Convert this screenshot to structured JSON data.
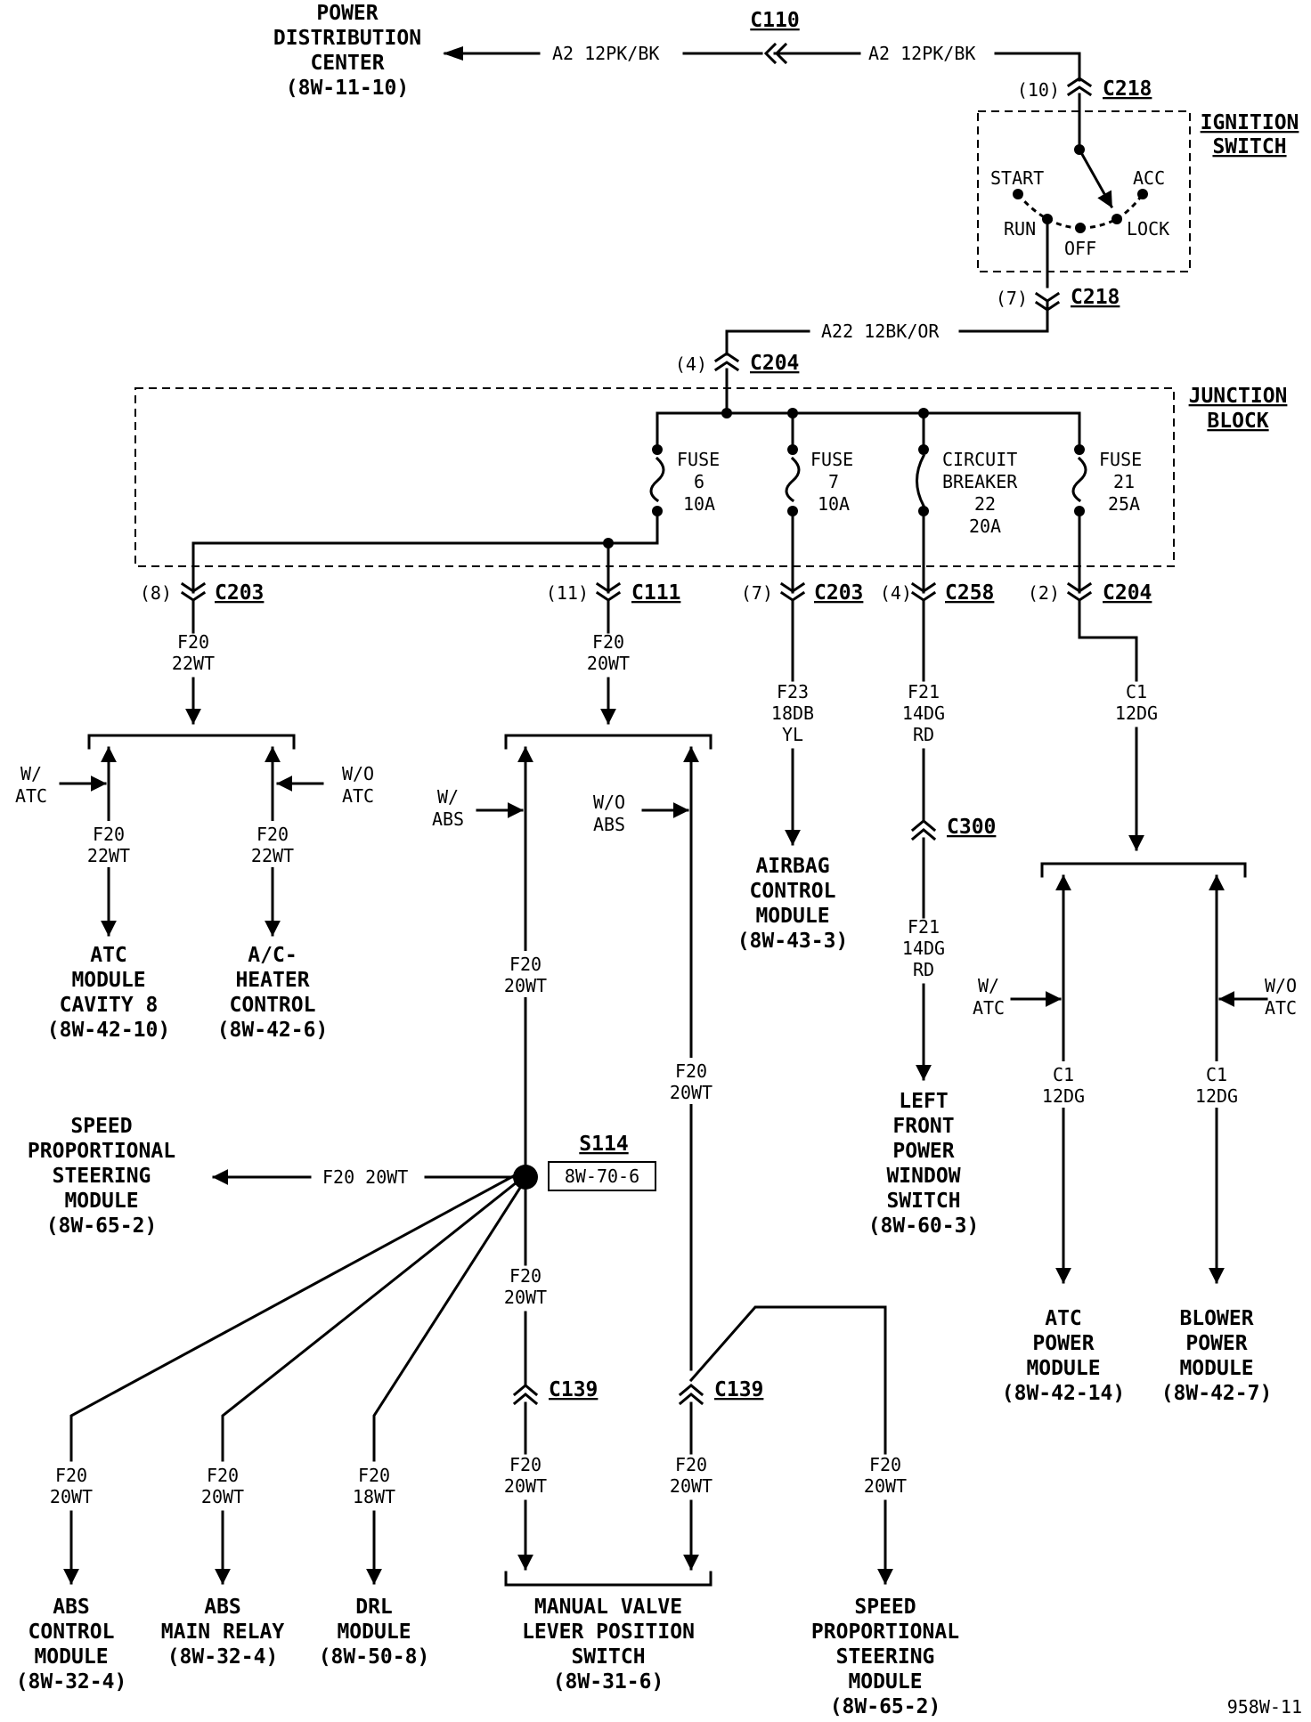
{
  "doc_id": "958W-11",
  "sources": {
    "pdc": [
      "POWER",
      "DISTRIBUTION",
      "CENTER",
      "(8W-11-10)"
    ]
  },
  "wires": {
    "a2_left": "A2 12PK/BK",
    "a2_right": "A2 12PK/BK",
    "a22": "A22 12BK/OR",
    "f20_22wt_top": [
      "F20",
      "22WT"
    ],
    "f20_20wt_top": [
      "F20",
      "20WT"
    ],
    "f23": [
      "F23",
      "18DB",
      "YL"
    ],
    "f21_top": [
      "F21",
      "14DG",
      "RD"
    ],
    "f21_bot": [
      "F21",
      "14DG",
      "RD"
    ],
    "c1_top": [
      "C1",
      "12DG"
    ],
    "f20_22wt_atc": [
      "F20",
      "22WT"
    ],
    "f20_22wt_heater": [
      "F20",
      "22WT"
    ],
    "f20_20wt_abs": [
      "F20",
      "20WT"
    ],
    "f20_20wt_noabs": [
      "F20",
      "20WT"
    ],
    "f20_speed_left": "F20 20WT",
    "f20_20wt_s114_down": [
      "F20",
      "20WT"
    ],
    "f20_abs_ctrl": [
      "F20",
      "20WT"
    ],
    "f20_abs_relay": [
      "F20",
      "20WT"
    ],
    "f20_drl": [
      "F20",
      "18WT"
    ],
    "f20_mv_left": [
      "F20",
      "20WT"
    ],
    "f20_mv_right": [
      "F20",
      "20WT"
    ],
    "f20_speed_right": [
      "F20",
      "20WT"
    ],
    "c1_atc": [
      "C1",
      "12DG"
    ],
    "c1_blower": [
      "C1",
      "12DG"
    ]
  },
  "connectors": {
    "c110": "C110",
    "c218_top": {
      "name": "C218",
      "pin": "(10)"
    },
    "c218_bot": {
      "name": "C218",
      "pin": "(7)"
    },
    "c204_top": {
      "name": "C204",
      "pin": "(4)"
    },
    "c203_left": {
      "name": "C203",
      "pin": "(8)"
    },
    "c111": {
      "name": "C111",
      "pin": "(11)"
    },
    "c203_mid": {
      "name": "C203",
      "pin": "(7)"
    },
    "c258": {
      "name": "C258",
      "pin": "(4)"
    },
    "c204_right": {
      "name": "C204",
      "pin": "(2)"
    },
    "c300": "C300",
    "c139_left": "C139",
    "c139_right": "C139"
  },
  "ignition_switch": {
    "title": [
      "IGNITION",
      "SWITCH"
    ],
    "positions": {
      "start": "START",
      "acc": "ACC",
      "run": "RUN",
      "off": "OFF",
      "lock": "LOCK"
    }
  },
  "junction_block": {
    "title": [
      "JUNCTION",
      "BLOCK"
    ],
    "fuses": [
      {
        "lines": [
          "FUSE",
          "6",
          "10A"
        ]
      },
      {
        "lines": [
          "FUSE",
          "7",
          "10A"
        ]
      },
      {
        "lines": [
          "CIRCUIT",
          "BREAKER",
          "22",
          "20A"
        ]
      },
      {
        "lines": [
          "FUSE",
          "21",
          "25A"
        ]
      }
    ]
  },
  "options": {
    "w_atc_1": [
      "W/",
      "ATC"
    ],
    "wo_atc_1": [
      "W/O",
      "ATC"
    ],
    "w_abs": [
      "W/",
      "ABS"
    ],
    "wo_abs": [
      "W/O",
      "ABS"
    ],
    "w_atc_2": [
      "W/",
      "ATC"
    ],
    "wo_atc_2": [
      "W/O",
      "ATC"
    ]
  },
  "splice": {
    "name": "S114",
    "ref": "8W-70-6"
  },
  "destinations": {
    "atc_module": [
      "ATC",
      "MODULE",
      "CAVITY 8",
      "(8W-42-10)"
    ],
    "ac_heater": [
      "A/C-",
      "HEATER",
      "CONTROL",
      "(8W-42-6)"
    ],
    "airbag": [
      "AIRBAG",
      "CONTROL",
      "MODULE",
      "(8W-43-3)"
    ],
    "lf_window": [
      "LEFT",
      "FRONT",
      "POWER",
      "WINDOW",
      "SWITCH",
      "(8W-60-3)"
    ],
    "atc_power": [
      "ATC",
      "POWER",
      "MODULE",
      "(8W-42-14)"
    ],
    "blower_power": [
      "BLOWER",
      "POWER",
      "MODULE",
      "(8W-42-7)"
    ],
    "speed_left": [
      "SPEED",
      "PROPORTIONAL",
      "STEERING",
      "MODULE",
      "(8W-65-2)"
    ],
    "abs_control": [
      "ABS",
      "CONTROL",
      "MODULE",
      "(8W-32-4)"
    ],
    "abs_relay": [
      "ABS",
      "MAIN RELAY",
      "(8W-32-4)"
    ],
    "drl": [
      "DRL",
      "MODULE",
      "(8W-50-8)"
    ],
    "manual_valve": [
      "MANUAL VALVE",
      "LEVER POSITION",
      "SWITCH",
      "(8W-31-6)"
    ],
    "speed_right": [
      "SPEED",
      "PROPORTIONAL",
      "STEERING",
      "MODULE",
      "(8W-65-2)"
    ]
  }
}
